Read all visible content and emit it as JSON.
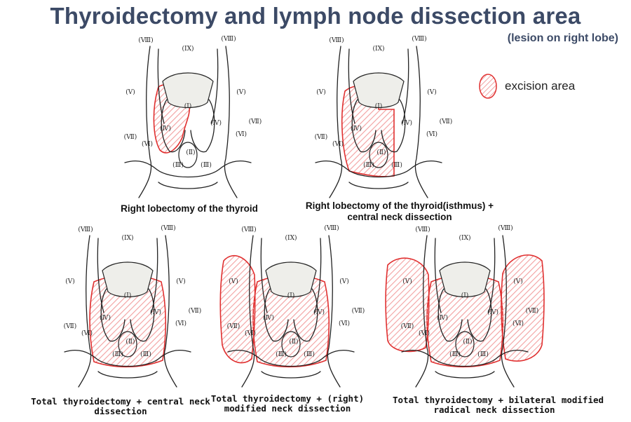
{
  "title": "Thyroidectomy and lymph node dissection area",
  "subtitle": "(lesion on right lobe)",
  "legend": {
    "label": "excision area",
    "swatch_color": "#e03030"
  },
  "region_labels": {
    "ix": "(IX)",
    "viii": "(Ⅷ)",
    "v": "(Ⅴ)",
    "vii": "(Ⅶ)",
    "vi": "(Ⅵ)",
    "i": "(Ⅰ)",
    "ii": "(Ⅱ)",
    "iii": "(Ⅲ)",
    "iv": "(Ⅳ)"
  },
  "panels": [
    {
      "id": "right-lobectomy",
      "excision": "right-lobe",
      "caption": [
        "Right lobectomy of the thyroid"
      ]
    },
    {
      "id": "right-lobectomy-isthmus-central",
      "excision": "right-lobe-isthmus-central",
      "caption": [
        "Right lobectomy of the thyroid(isthmus)  +",
        "central neck dissection"
      ]
    },
    {
      "id": "total-central",
      "excision": "total-central",
      "caption": [
        "Total thyroidectomy + central neck",
        "dissection"
      ]
    },
    {
      "id": "total-right-modified",
      "excision": "total-right-lateral",
      "caption": [
        "Total  thyroidectomy + (right)",
        "modified  neck dissection"
      ]
    },
    {
      "id": "total-bilateral-modified",
      "excision": "total-bilateral-lateral",
      "caption": [
        "Total thyroidectomy + bilateral modified",
        "radical neck dissection"
      ]
    }
  ]
}
